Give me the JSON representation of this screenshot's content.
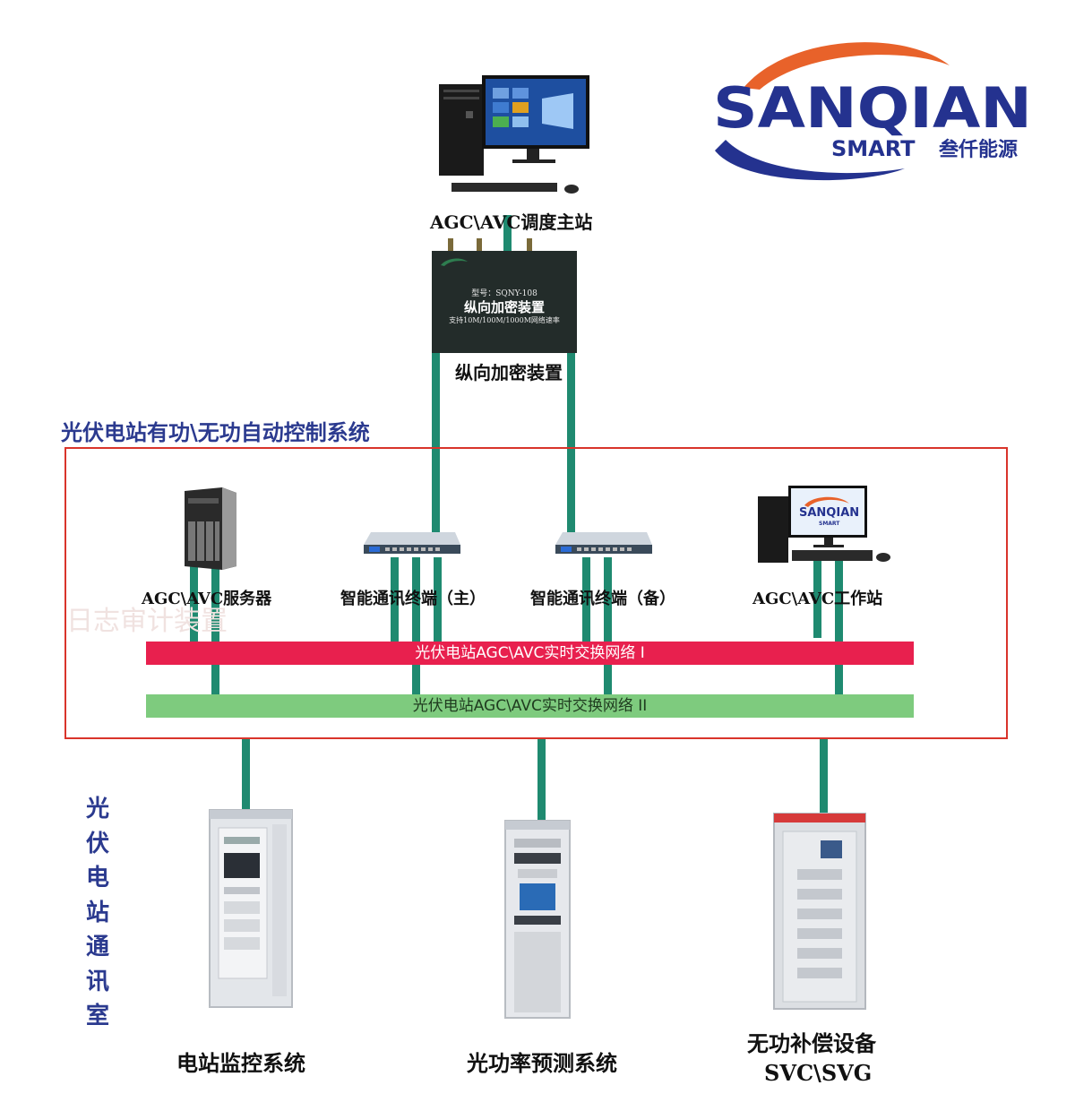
{
  "logo": {
    "brand": "SANQIAN",
    "sub_latin": "SMART",
    "sub_cjk": "叁仟能源",
    "colors": {
      "navy": "#24328f",
      "orange": "#e8622a"
    }
  },
  "top": {
    "master_label": "AGC\\AVC调度主站",
    "encryptor": {
      "model_text": "型号：SQNY-108",
      "device_text": "纵向加密装置",
      "speed_text": "支持10M/100M/1000M网络速率",
      "label": "纵向加密装置"
    }
  },
  "system": {
    "title": "光伏电站有功\\无功自动控制系统",
    "watermark": "日志审计装置",
    "devices": {
      "server": "AGC\\AVC服务器",
      "terminal_main": "智能通讯终端（主）",
      "terminal_backup": "智能通讯终端（备）",
      "workstation": "AGC\\AVC工作站"
    },
    "networks": {
      "net1": "光伏电站AGC\\AVC实时交换网络 I",
      "net2": "光伏电站AGC\\AVC实时交换网络 II"
    }
  },
  "room_label": "光伏电站通讯室",
  "bottom": {
    "monitor": "电站监控系统",
    "forecast": "光功率预测系统",
    "compensation_line1": "无功补偿设备",
    "compensation_line2": "SVC\\SVG"
  },
  "colors": {
    "link": "#1f8a70",
    "net1": "#e8204e",
    "net2": "#7ecb7e",
    "frame": "#d9342b",
    "title": "#2b3a8f"
  }
}
